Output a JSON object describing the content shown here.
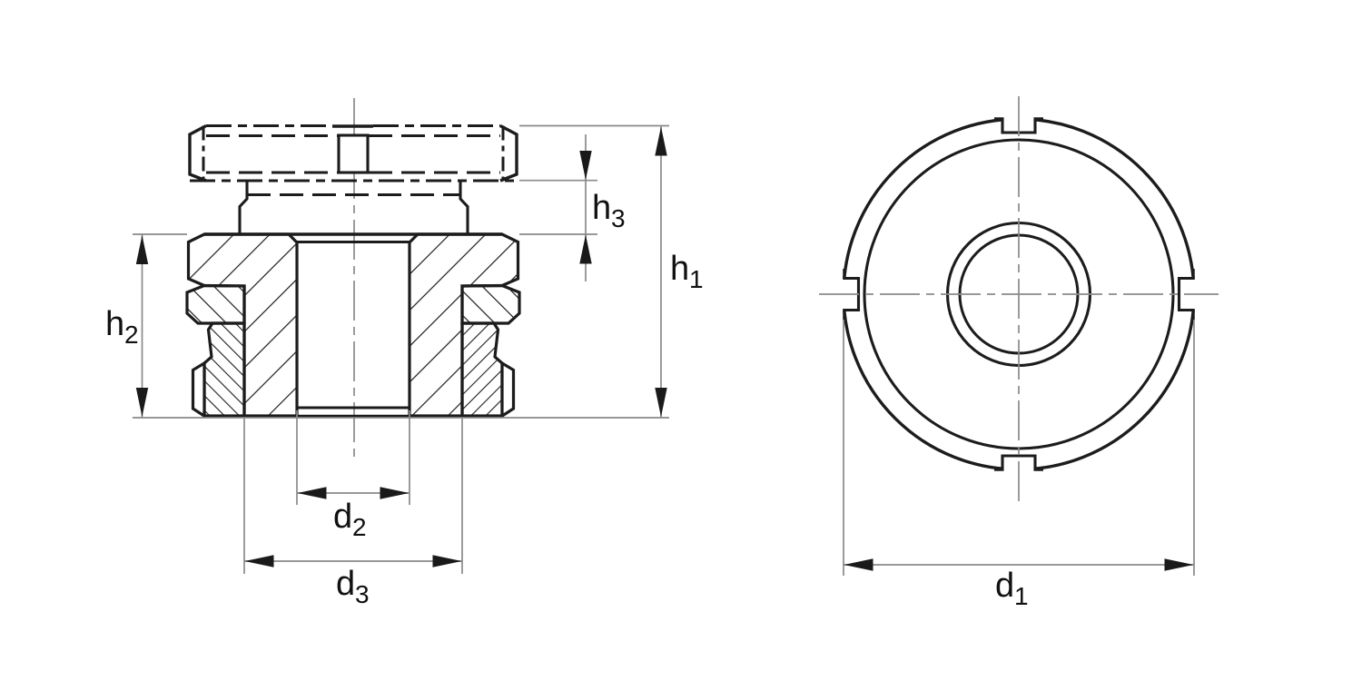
{
  "drawing_type": "technical-dimension-drawing",
  "background": "#ffffff",
  "line_color": "#1c1c1c",
  "thin_line_color": "#8a8a8a",
  "text_color": "#111111",
  "dimensions": {
    "h1": {
      "label": "h",
      "subscript": "1"
    },
    "h2": {
      "label": "h",
      "subscript": "2"
    },
    "h3": {
      "label": "h",
      "subscript": "3"
    },
    "d1": {
      "label": "d",
      "subscript": "1"
    },
    "d2": {
      "label": "d",
      "subscript": "2"
    },
    "d3": {
      "label": "d",
      "subscript": "3"
    }
  }
}
